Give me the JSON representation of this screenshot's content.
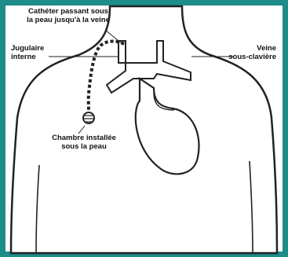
{
  "frame_color": "#1d8d8a",
  "labels": {
    "catheter": [
      "Cathéter passant sous",
      "la peau jusqu'à la veine"
    ],
    "jugulaire": [
      "Jugulaire",
      "interne"
    ],
    "veine": [
      "Veine",
      "sous-clavière"
    ],
    "chambre": [
      "Chambre installée",
      "sous la peau"
    ]
  }
}
